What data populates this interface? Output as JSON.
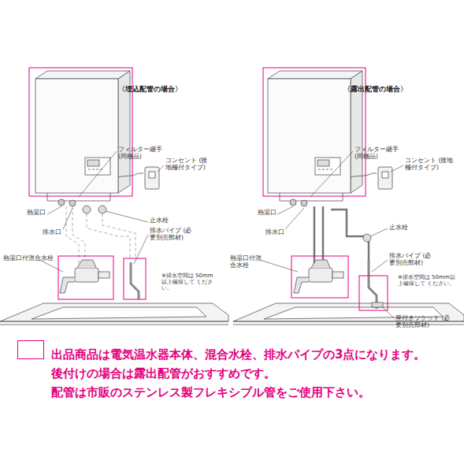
{
  "diagram": {
    "labels": [
      "〈埋込配管の場合〉",
      "フィルター継手 (同梱品)",
      "コンセント (接地極付タイプ)",
      "熱湯口",
      "排水口",
      "止水栓",
      "熱湯口付混合水栓",
      "排水パイプ (必要別売部材)",
      "※排水空間は 50mm以上確保して ください。",
      "〈露出配管の場合〉",
      "フィルター継手 (同梱品)",
      "コンセント (接地極付タイプ)",
      "熱湯口",
      "排水口",
      "止水栓",
      "熱湯口付混合水栓",
      "排水パイプ (必要別売部材)",
      "※排水空間は 50mm以上確保して ください。",
      "座付きソケット (必要別売部材)",
      "後付けの場合は露出配管がおすすめです。",
      "配管は市販のステンレス製フレキシブル管をご使用下さい。"
    ],
    "legend": [
      {
        "text": "出品商品は電気温水器本体、混合水栓、排水パイプの3点になります。"
      }
    ]
  }
}
